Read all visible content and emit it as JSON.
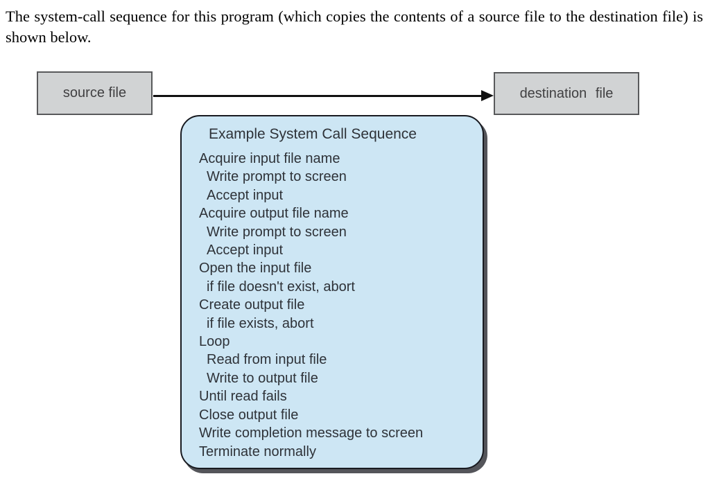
{
  "intro": {
    "text": "The system-call sequence for this program (which copies the contents of a source file to the destination file) is shown below."
  },
  "diagram": {
    "source_label": "source file",
    "destination_label": "destination file",
    "sequence": {
      "title": "Example System Call Sequence",
      "steps": [
        {
          "text": "Acquire input file name",
          "indent": 0
        },
        {
          "text": "Write prompt to screen",
          "indent": 1
        },
        {
          "text": "Accept input",
          "indent": 1
        },
        {
          "text": "Acquire output file name",
          "indent": 0
        },
        {
          "text": "Write prompt to screen",
          "indent": 1
        },
        {
          "text": "Accept input",
          "indent": 1
        },
        {
          "text": "Open the input file",
          "indent": 0
        },
        {
          "text": "if file doesn't exist, abort",
          "indent": 1
        },
        {
          "text": "Create output file",
          "indent": 0
        },
        {
          "text": "if file exists, abort",
          "indent": 1
        },
        {
          "text": "Loop",
          "indent": 0
        },
        {
          "text": "Read from input file",
          "indent": 1
        },
        {
          "text": "Write to output file",
          "indent": 1
        },
        {
          "text": "Until read fails",
          "indent": 0
        },
        {
          "text": "Close output file",
          "indent": 0
        },
        {
          "text": "Write completion message to screen",
          "indent": 0
        },
        {
          "text": "Terminate normally",
          "indent": 0
        }
      ]
    }
  },
  "colors": {
    "gray_box_fill": "#d1d3d4",
    "gray_box_border": "#58595b",
    "sequence_fill": "#cde6f4",
    "sequence_border": "#181a20",
    "sequence_shadow": "#54555a",
    "arrow": "#101010",
    "text_dark": "#2e3238"
  }
}
